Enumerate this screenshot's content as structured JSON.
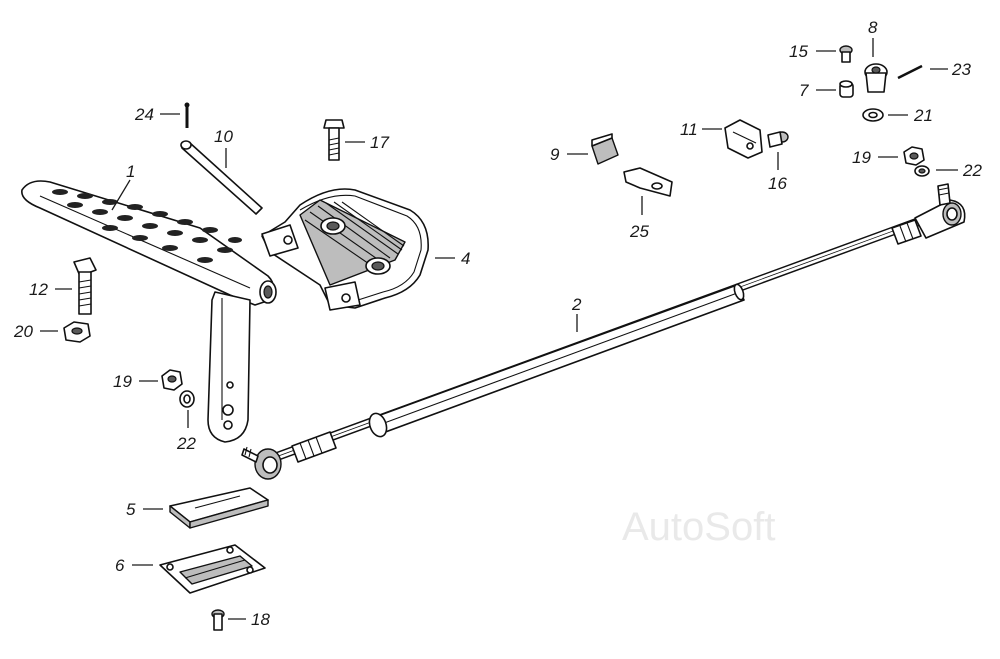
{
  "watermark": "AutoSoft",
  "callouts": [
    {
      "id": "c1",
      "label": "1"
    },
    {
      "id": "c2",
      "label": "2"
    },
    {
      "id": "c4",
      "label": "4"
    },
    {
      "id": "c5",
      "label": "5"
    },
    {
      "id": "c6",
      "label": "6"
    },
    {
      "id": "c7",
      "label": "7"
    },
    {
      "id": "c8",
      "label": "8"
    },
    {
      "id": "c9",
      "label": "9"
    },
    {
      "id": "c10",
      "label": "10"
    },
    {
      "id": "c11",
      "label": "11"
    },
    {
      "id": "c12",
      "label": "12"
    },
    {
      "id": "c15",
      "label": "15"
    },
    {
      "id": "c16",
      "label": "16"
    },
    {
      "id": "c17",
      "label": "17"
    },
    {
      "id": "c18",
      "label": "18"
    },
    {
      "id": "c19a",
      "label": "19"
    },
    {
      "id": "c19b",
      "label": "19"
    },
    {
      "id": "c20",
      "label": "20"
    },
    {
      "id": "c21",
      "label": "21"
    },
    {
      "id": "c22a",
      "label": "22"
    },
    {
      "id": "c22b",
      "label": "22"
    },
    {
      "id": "c23",
      "label": "23"
    },
    {
      "id": "c24",
      "label": "24"
    },
    {
      "id": "c25",
      "label": "25"
    }
  ]
}
